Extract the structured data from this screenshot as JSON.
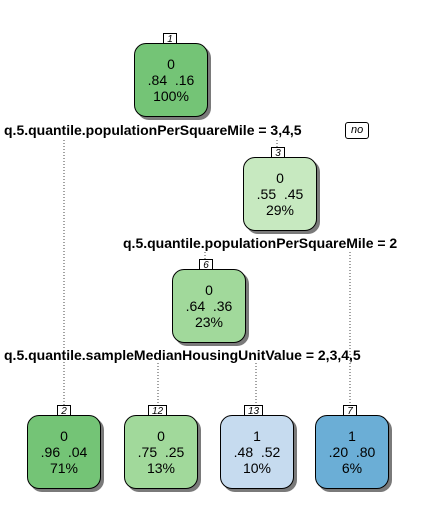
{
  "nodes": [
    {
      "id": "1",
      "class": "0",
      "probs": ".84  .16",
      "pct": "100%",
      "fill": "#74c476"
    },
    {
      "id": "3",
      "class": "0",
      "probs": ".55  .45",
      "pct": "29%",
      "fill": "#c7e9c0"
    },
    {
      "id": "6",
      "class": "0",
      "probs": ".64  .36",
      "pct": "23%",
      "fill": "#a1d99b"
    },
    {
      "id": "2",
      "class": "0",
      "probs": ".96  .04",
      "pct": "71%",
      "fill": "#74c476"
    },
    {
      "id": "12",
      "class": "0",
      "probs": ".75  .25",
      "pct": "13%",
      "fill": "#a1d99b"
    },
    {
      "id": "13",
      "class": "1",
      "probs": ".48  .52",
      "pct": "10%",
      "fill": "#c6dbef"
    },
    {
      "id": "7",
      "class": "1",
      "probs": ".20  .80",
      "pct": "6%",
      "fill": "#6baed6"
    }
  ],
  "splits": [
    {
      "label": "q.5.quantile.populationPerSquareMile = 3,4,5",
      "badge": "no"
    },
    {
      "label": "q.5.quantile.populationPerSquareMile = 2"
    },
    {
      "label": "q.5.quantile.sampleMedianHousingUnitValue = 2,3,4,5"
    }
  ]
}
